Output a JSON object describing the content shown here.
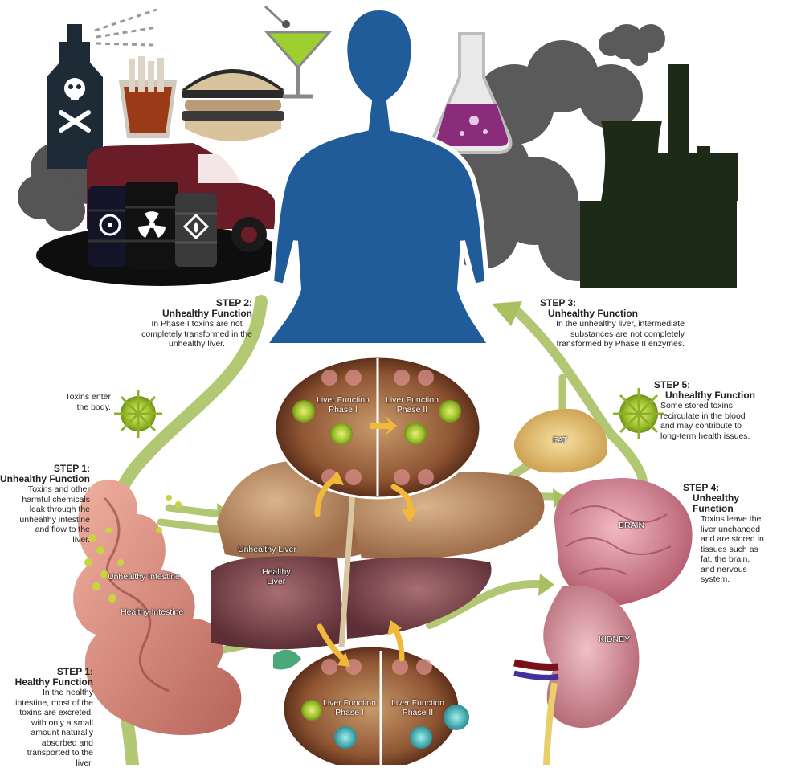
{
  "labels": {
    "toxins_enter": "Toxins enter\nthe body.",
    "step1_unhealthy": {
      "step": "STEP 1:",
      "title": "Unhealthy Function",
      "body": "Toxins and other harmful chemicals leak through the unhealthy intestine and flow to the liver."
    },
    "step1_healthy": {
      "step": "STEP 1:",
      "title": "Healthy Function",
      "body": "In the healthy intestine, most of the toxins are excreted, with only a small amount naturally absorbed and transported to the liver."
    },
    "step2": {
      "step": "STEP 2:",
      "title": "Unhealthy Function",
      "body": "In Phase I toxins are not completely transformed in the unhealthy liver."
    },
    "step3": {
      "step": "STEP 3:",
      "title": "Unhealthy Function",
      "body": "In the unhealthy liver, intermediate substances are not completely transformed by Phase II enzymes."
    },
    "step4": {
      "step": "STEP 4:",
      "title": "Unhealthy Function",
      "body": "Toxins leave the liver unchanged and are stored in tissues such as fat, the brain, and nervous system."
    },
    "step5": {
      "step": "STEP 5:",
      "title": "Unhealthy Function",
      "body": "Some stored toxins recirculate in the blood and may contribute to long-term health issues."
    }
  },
  "organs": {
    "unhealthy_liver": "Unhealthy Liver",
    "healthy_liver": "Healthy\nLiver",
    "unhealthy_intestine": "Unhealthy Intestine",
    "healthy_intestine": "Healthy Intestine",
    "fat": "FAT",
    "brain": "BRAIN",
    "kidney": "KIDNEY"
  },
  "phases": {
    "top_phase1": "Liver Function\nPhase I",
    "top_phase2": "Liver Function\nPhase II",
    "bottom_phase1": "Liver Function\nPhase I",
    "bottom_phase2": "Liver Function\nPhase II"
  },
  "colors": {
    "silhouette": "#1f5c99",
    "arrow": "#a8c060",
    "yellow_arrow": "#f0b93a",
    "toxin": "#b7cf3a",
    "smoke": "#555555",
    "factory": "#1d2a18",
    "car": "#6b1d27",
    "liver": "#b5876a",
    "kidney": "#c97d88",
    "brain": "#d08a98"
  }
}
